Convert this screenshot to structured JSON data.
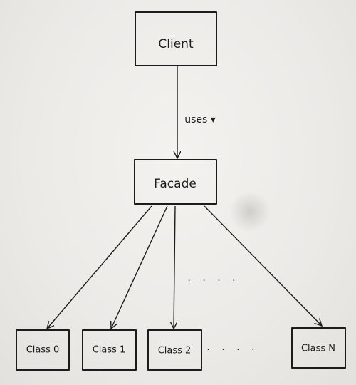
{
  "nodes": {
    "client": "Client",
    "facade": "Facade",
    "class0": "Class 0",
    "class1": "Class 1",
    "class2": "Class 2",
    "classN": "Class N"
  },
  "edges": {
    "client_facade": "uses ▾"
  },
  "ellipsis_upper": "· · · ·",
  "ellipsis_lower": "· · · ·"
}
